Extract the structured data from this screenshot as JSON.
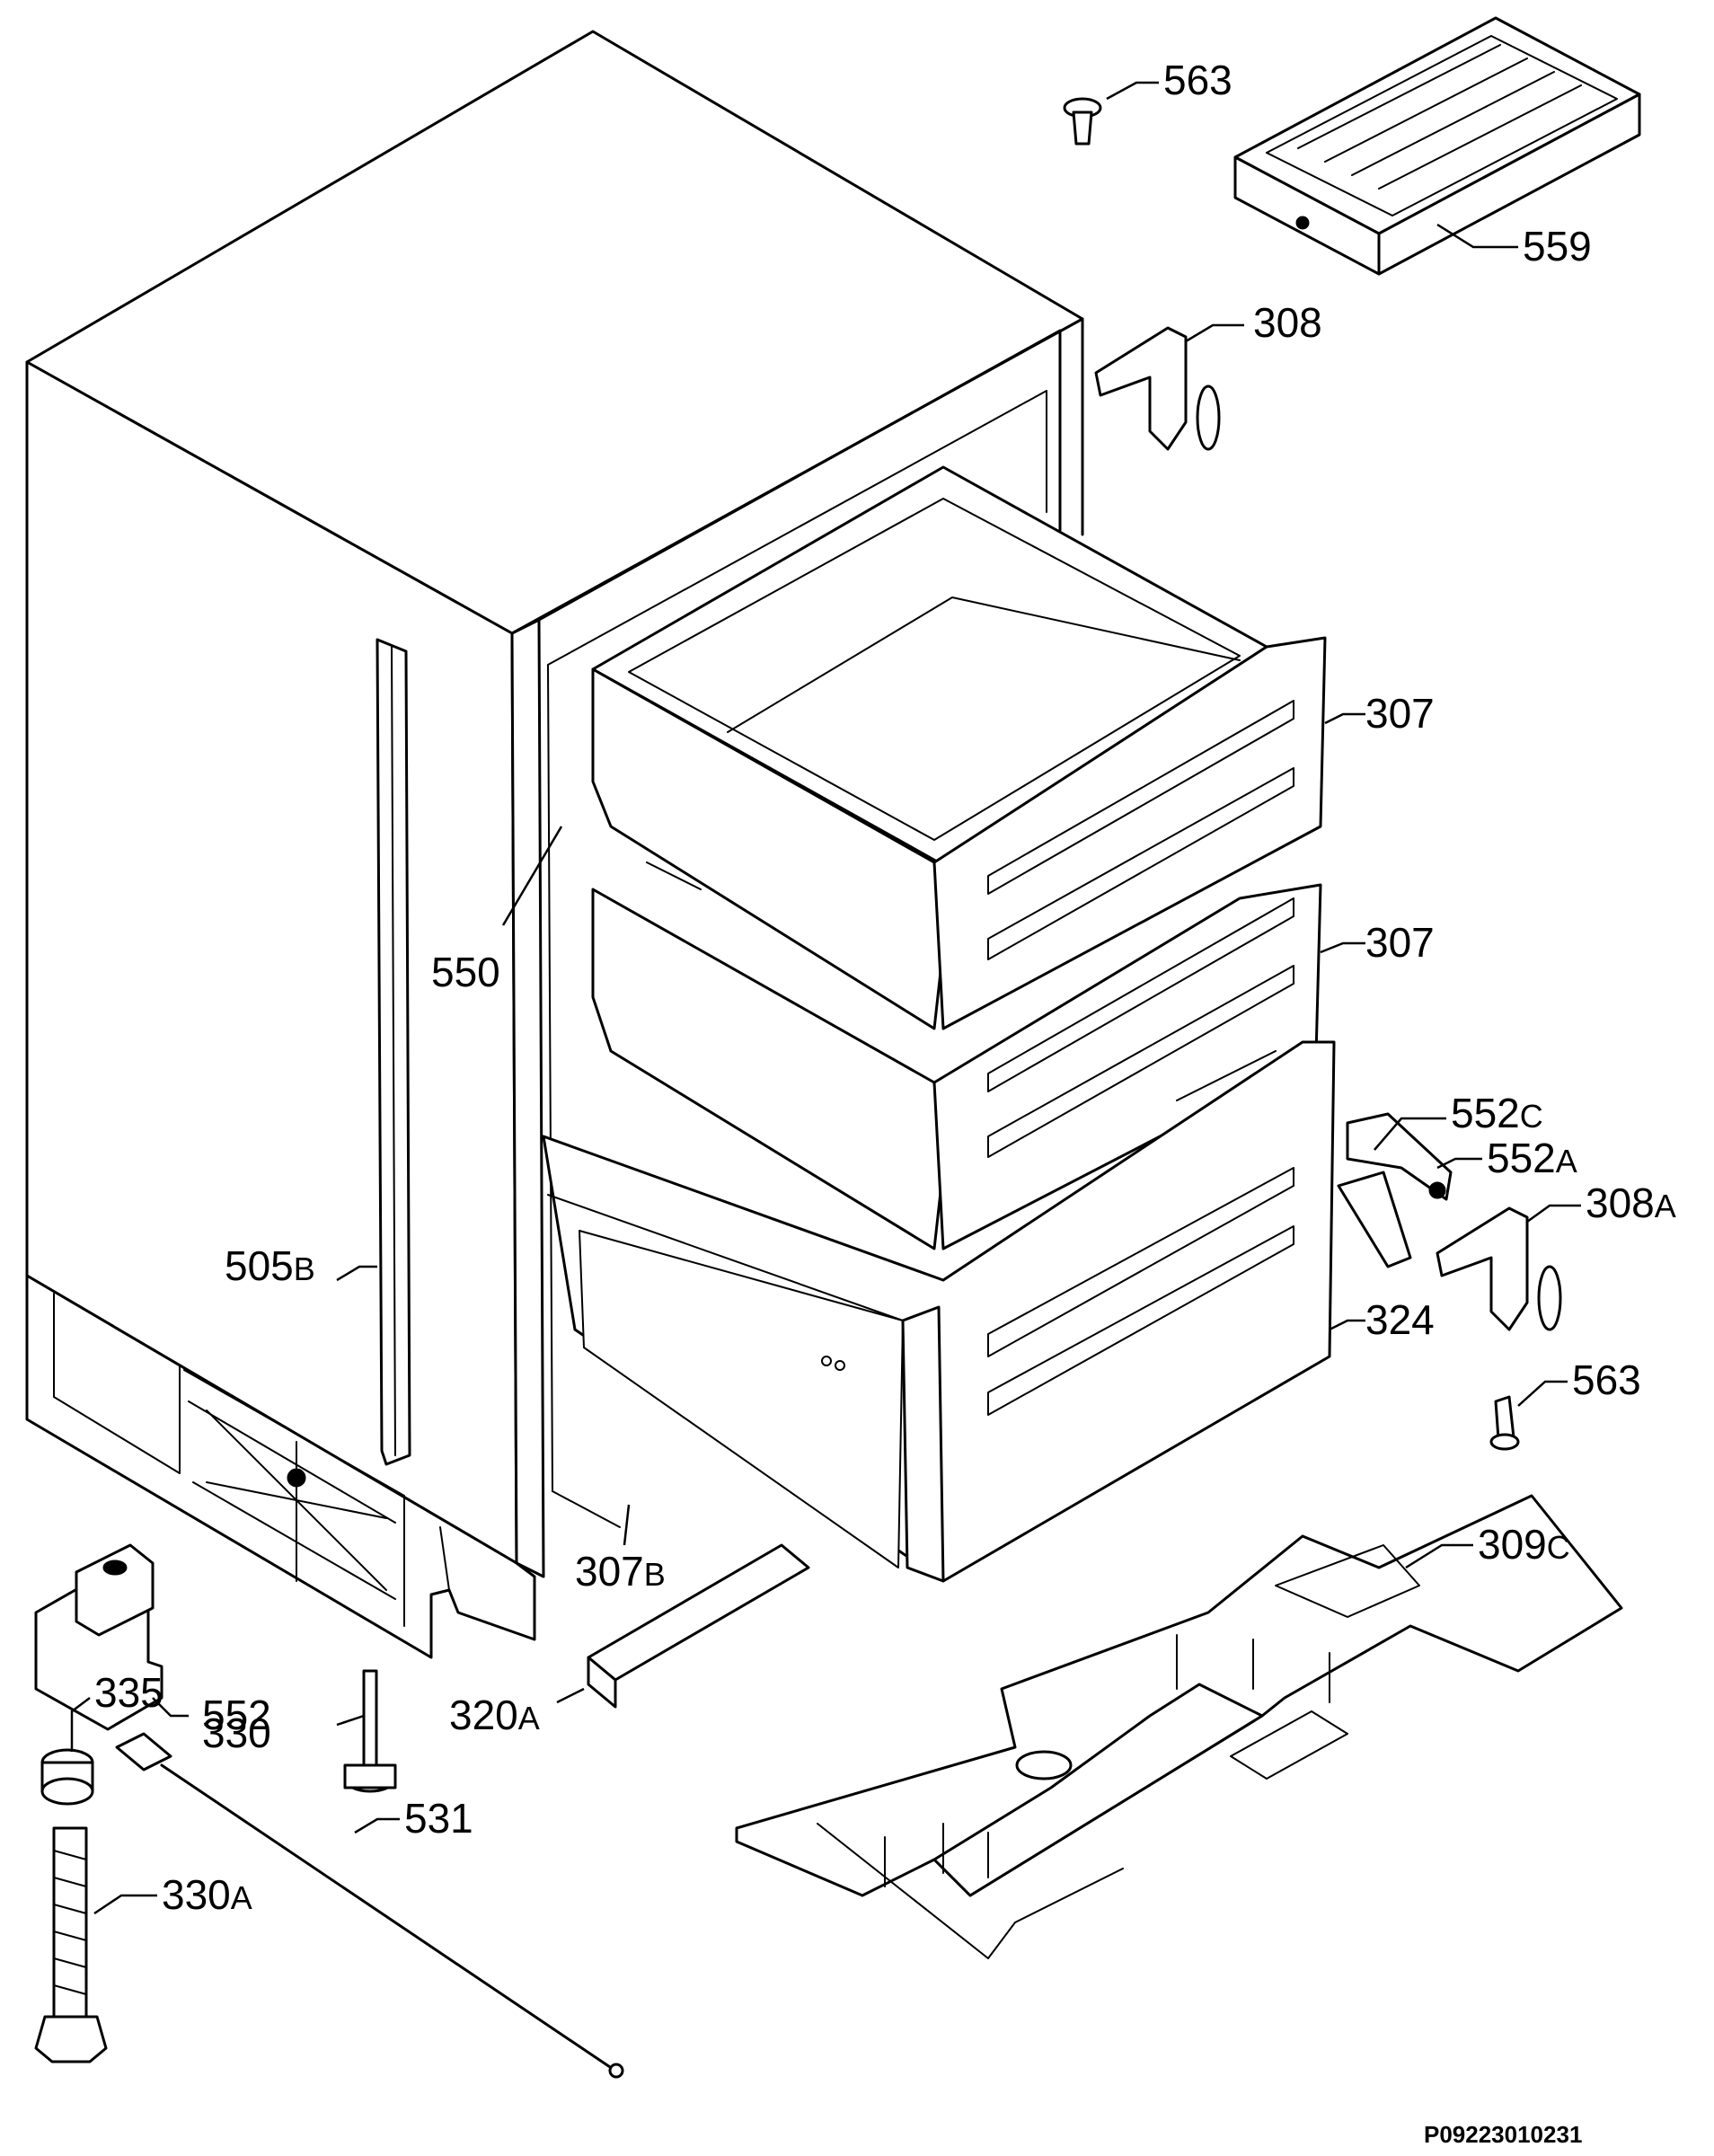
{
  "document_code": "P09223010231",
  "parts": {
    "p563_top": {
      "number": "563",
      "suffix": ""
    },
    "p559": {
      "number": "559",
      "suffix": ""
    },
    "p308": {
      "number": "308",
      "suffix": ""
    },
    "p307_upper": {
      "number": "307",
      "suffix": ""
    },
    "p307_lower": {
      "number": "307",
      "suffix": ""
    },
    "p550": {
      "number": "550",
      "suffix": ""
    },
    "p552c": {
      "number": "552",
      "suffix": "C"
    },
    "p552a": {
      "number": "552",
      "suffix": "A"
    },
    "p308a": {
      "number": "308",
      "suffix": "A"
    },
    "p324": {
      "number": "324",
      "suffix": ""
    },
    "p505b": {
      "number": "505",
      "suffix": "B"
    },
    "p563_bottom": {
      "number": "563",
      "suffix": ""
    },
    "p309c": {
      "number": "309",
      "suffix": "C"
    },
    "p307b": {
      "number": "307",
      "suffix": "B"
    },
    "p552": {
      "number": "552",
      "suffix": ""
    },
    "p335": {
      "number": "335",
      "suffix": ""
    },
    "p330": {
      "number": "330",
      "suffix": ""
    },
    "p320a": {
      "number": "320",
      "suffix": "A"
    },
    "p531": {
      "number": "531",
      "suffix": ""
    },
    "p330a": {
      "number": "330",
      "suffix": "A"
    }
  }
}
